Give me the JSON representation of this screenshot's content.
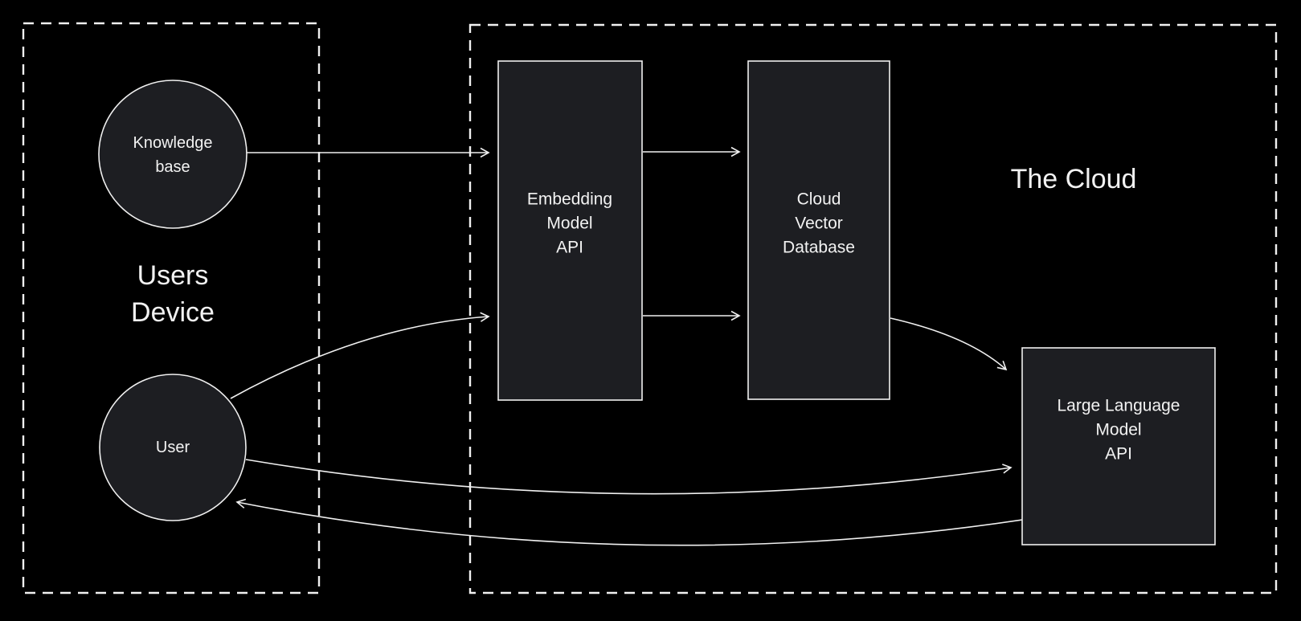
{
  "colors": {
    "background": "#000000",
    "node_fill": "#1d1e22",
    "line": "#f0f0f0",
    "text": "#f2f2f2"
  },
  "containers": {
    "users_device": {
      "line1": "Users",
      "line2": "Device"
    },
    "cloud": {
      "title": "The Cloud"
    }
  },
  "nodes": {
    "knowledge_base": {
      "line1": "Knowledge",
      "line2": "base"
    },
    "user": {
      "label": "User"
    },
    "embedding": {
      "line1": "Embedding",
      "line2": "Model",
      "line3": "API"
    },
    "vector_db": {
      "line1": "Cloud",
      "line2": "Vector",
      "line3": "Database"
    },
    "llm": {
      "line1": "Large Language",
      "line2": "Model",
      "line3": "API"
    }
  },
  "edges": [
    {
      "from": "knowledge-base",
      "to": "embedding-model-api"
    },
    {
      "from": "embedding-model-api",
      "to": "cloud-vector-database",
      "position": "top"
    },
    {
      "from": "embedding-model-api",
      "to": "cloud-vector-database",
      "position": "bottom"
    },
    {
      "from": "user",
      "to": "embedding-model-api"
    },
    {
      "from": "cloud-vector-database",
      "to": "large-language-model-api"
    },
    {
      "from": "user",
      "to": "large-language-model-api"
    },
    {
      "from": "large-language-model-api",
      "to": "user"
    }
  ]
}
